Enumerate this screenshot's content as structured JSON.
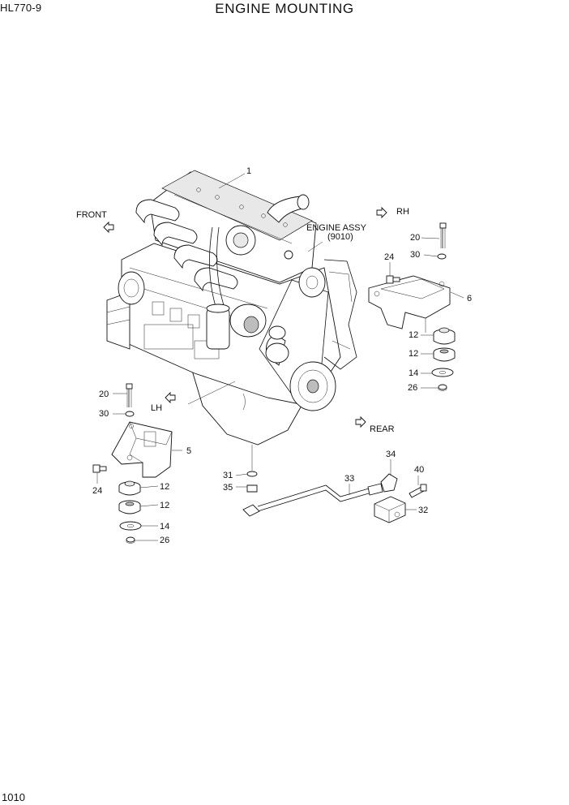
{
  "header": {
    "model": "HL770-9",
    "title": "ENGINE MOUNTING"
  },
  "footer": {
    "page_number": "1010"
  },
  "diagram": {
    "direction_labels": {
      "front": "FRONT",
      "rh": "RH",
      "lh": "LH",
      "rear": "REAR"
    },
    "engine_assy": {
      "line1": "ENGINE ASSY",
      "line2": "(9010)"
    },
    "callouts": {
      "c1": "1",
      "c20a": "20",
      "c30a": "30",
      "c24a": "24",
      "c6": "6",
      "c12a": "12",
      "c12b": "12",
      "c14a": "14",
      "c26a": "26",
      "c20b": "20",
      "c30b": "30",
      "c5": "5",
      "c24b": "24",
      "c12c": "12",
      "c12d": "12",
      "c14b": "14",
      "c26b": "26",
      "c31": "31",
      "c35": "35",
      "c33": "33",
      "c34": "34",
      "c40": "40",
      "c32": "32"
    }
  }
}
